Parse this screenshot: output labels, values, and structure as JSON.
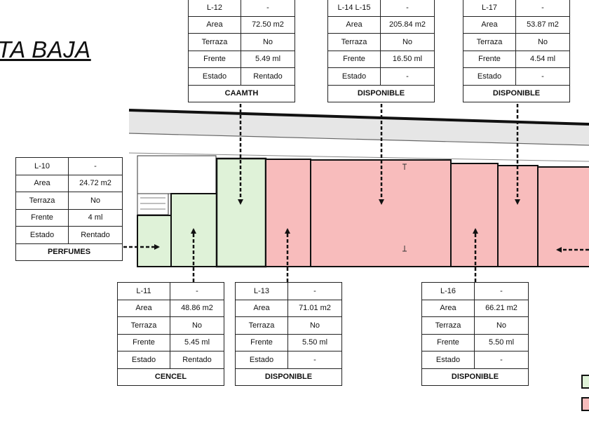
{
  "title": "TA BAJA",
  "colors": {
    "occupied": "#dff2d8",
    "available": "#f8bcbc",
    "line": "#111111",
    "road": "#e6e6e6"
  },
  "units": [
    {
      "id": "L-10",
      "cells": [
        [
          "L-10",
          "-"
        ],
        [
          "Area",
          "24.72 m2"
        ],
        [
          "Terraza",
          "No"
        ],
        [
          "Frente",
          "4 ml"
        ],
        [
          "Estado",
          "Rentado"
        ]
      ],
      "status": "PERFUMES"
    },
    {
      "id": "L-11",
      "cells": [
        [
          "L-11",
          "-"
        ],
        [
          "Area",
          "48.86 m2"
        ],
        [
          "Terraza",
          "No"
        ],
        [
          "Frente",
          "5.45 ml"
        ],
        [
          "Estado",
          "Rentado"
        ]
      ],
      "status": "CENCEL"
    },
    {
      "id": "L-12",
      "cells": [
        [
          "L-12",
          "-"
        ],
        [
          "Area",
          "72.50 m2"
        ],
        [
          "Terraza",
          "No"
        ],
        [
          "Frente",
          "5.49 ml"
        ],
        [
          "Estado",
          "Rentado"
        ]
      ],
      "status": "CAAMTH"
    },
    {
      "id": "L-13",
      "cells": [
        [
          "L-13",
          "-"
        ],
        [
          "Area",
          "71.01 m2"
        ],
        [
          "Terraza",
          "No"
        ],
        [
          "Frente",
          "5.50 ml"
        ],
        [
          "Estado",
          "-"
        ]
      ],
      "status": "DISPONIBLE"
    },
    {
      "id": "L-14 L-15",
      "cells": [
        [
          "L-14 L-15",
          "-"
        ],
        [
          "Area",
          "205.84 m2"
        ],
        [
          "Terraza",
          "No"
        ],
        [
          "Frente",
          "16.50 ml"
        ],
        [
          "Estado",
          "-"
        ]
      ],
      "status": "DISPONIBLE"
    },
    {
      "id": "L-16",
      "cells": [
        [
          "L-16",
          "-"
        ],
        [
          "Area",
          "66.21 m2"
        ],
        [
          "Terraza",
          "No"
        ],
        [
          "Frente",
          "5.50 ml"
        ],
        [
          "Estado",
          "-"
        ]
      ],
      "status": "DISPONIBLE"
    },
    {
      "id": "L-17",
      "cells": [
        [
          "L-17",
          "-"
        ],
        [
          "Area",
          "53.87 m2"
        ],
        [
          "Terraza",
          "No"
        ],
        [
          "Frente",
          "4.54 ml"
        ],
        [
          "Estado",
          "-"
        ]
      ],
      "status": "DISPONIBLE"
    }
  ]
}
